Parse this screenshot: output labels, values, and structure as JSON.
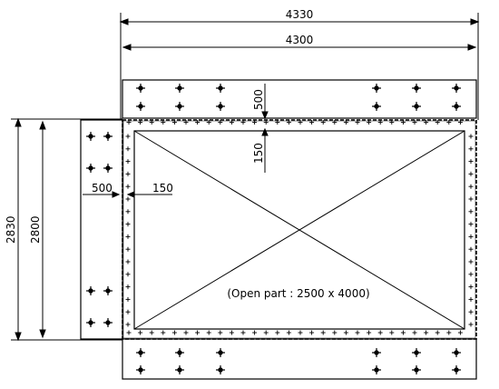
{
  "dimensions": {
    "overall_width": "4330",
    "inner_width": "4300",
    "top_plate_height": "500",
    "top_gap": "150",
    "left_plate_width": "500",
    "left_gap": "150",
    "overall_height": "2830",
    "inner_height": "2800"
  },
  "opening": {
    "label": "(Open part : 2500 x 4000)"
  },
  "symbols": {
    "fastener": "crosshair-marker-icon",
    "small_fastener": "plus-marker-icon"
  },
  "colors": {
    "line": "#000000",
    "background": "#ffffff"
  }
}
